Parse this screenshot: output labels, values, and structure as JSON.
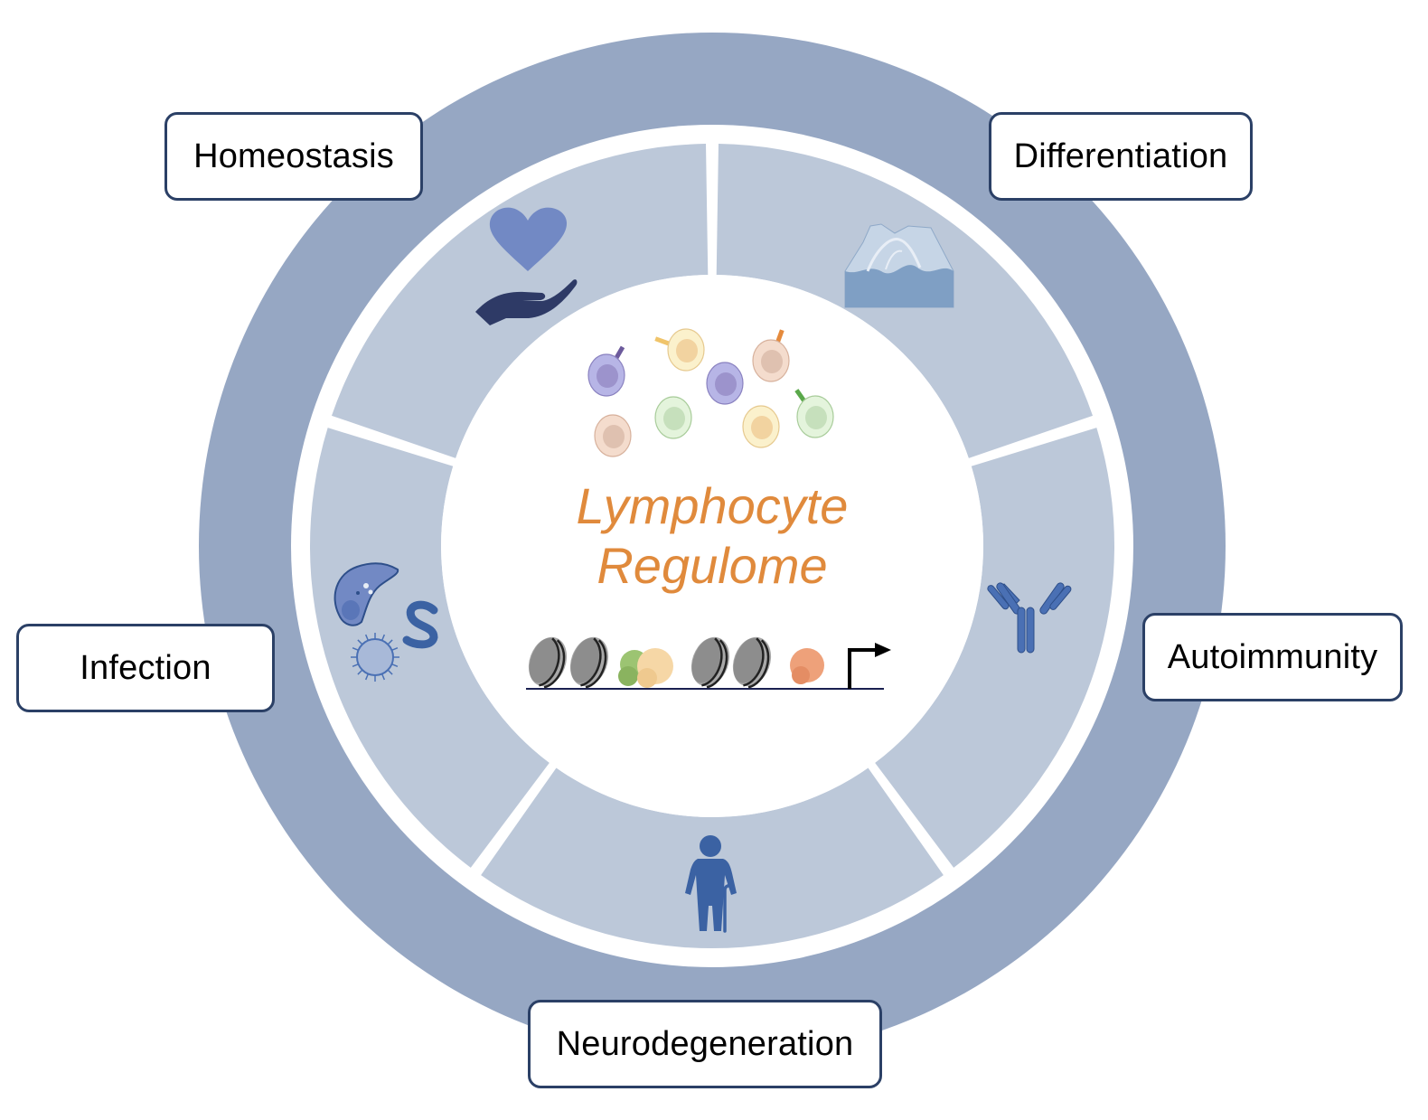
{
  "figure": {
    "center_title": {
      "line1": "Lymphocyte",
      "line2": "Regulome"
    },
    "categories": [
      {
        "id": "homeostasis",
        "label": "Homeostasis",
        "icon": "heart-in-hand-icon"
      },
      {
        "id": "differentiation",
        "label": "Differentiation",
        "icon": "epigenetic-landscape-icon"
      },
      {
        "id": "autoimmunity",
        "label": "Autoimmunity",
        "icon": "antibody-icon"
      },
      {
        "id": "neurodegeneration",
        "label": "Neurodegeneration",
        "icon": "elderly-person-with-cane-icon"
      },
      {
        "id": "infection",
        "label": "Infection",
        "icon": "pathogens-icon"
      }
    ],
    "center_icons": [
      "lymphocyte-cells-icon",
      "chromatin-nucleosome-transcription-icon"
    ],
    "colors": {
      "outer_ring": "#96a7c3",
      "segment_fill": "#bcc8d9",
      "label_border": "#2b4066",
      "title": "#e08a3c",
      "icon_blue": "#3b62a3",
      "heart": "#7289c4",
      "hand": "#2e3a66"
    }
  }
}
